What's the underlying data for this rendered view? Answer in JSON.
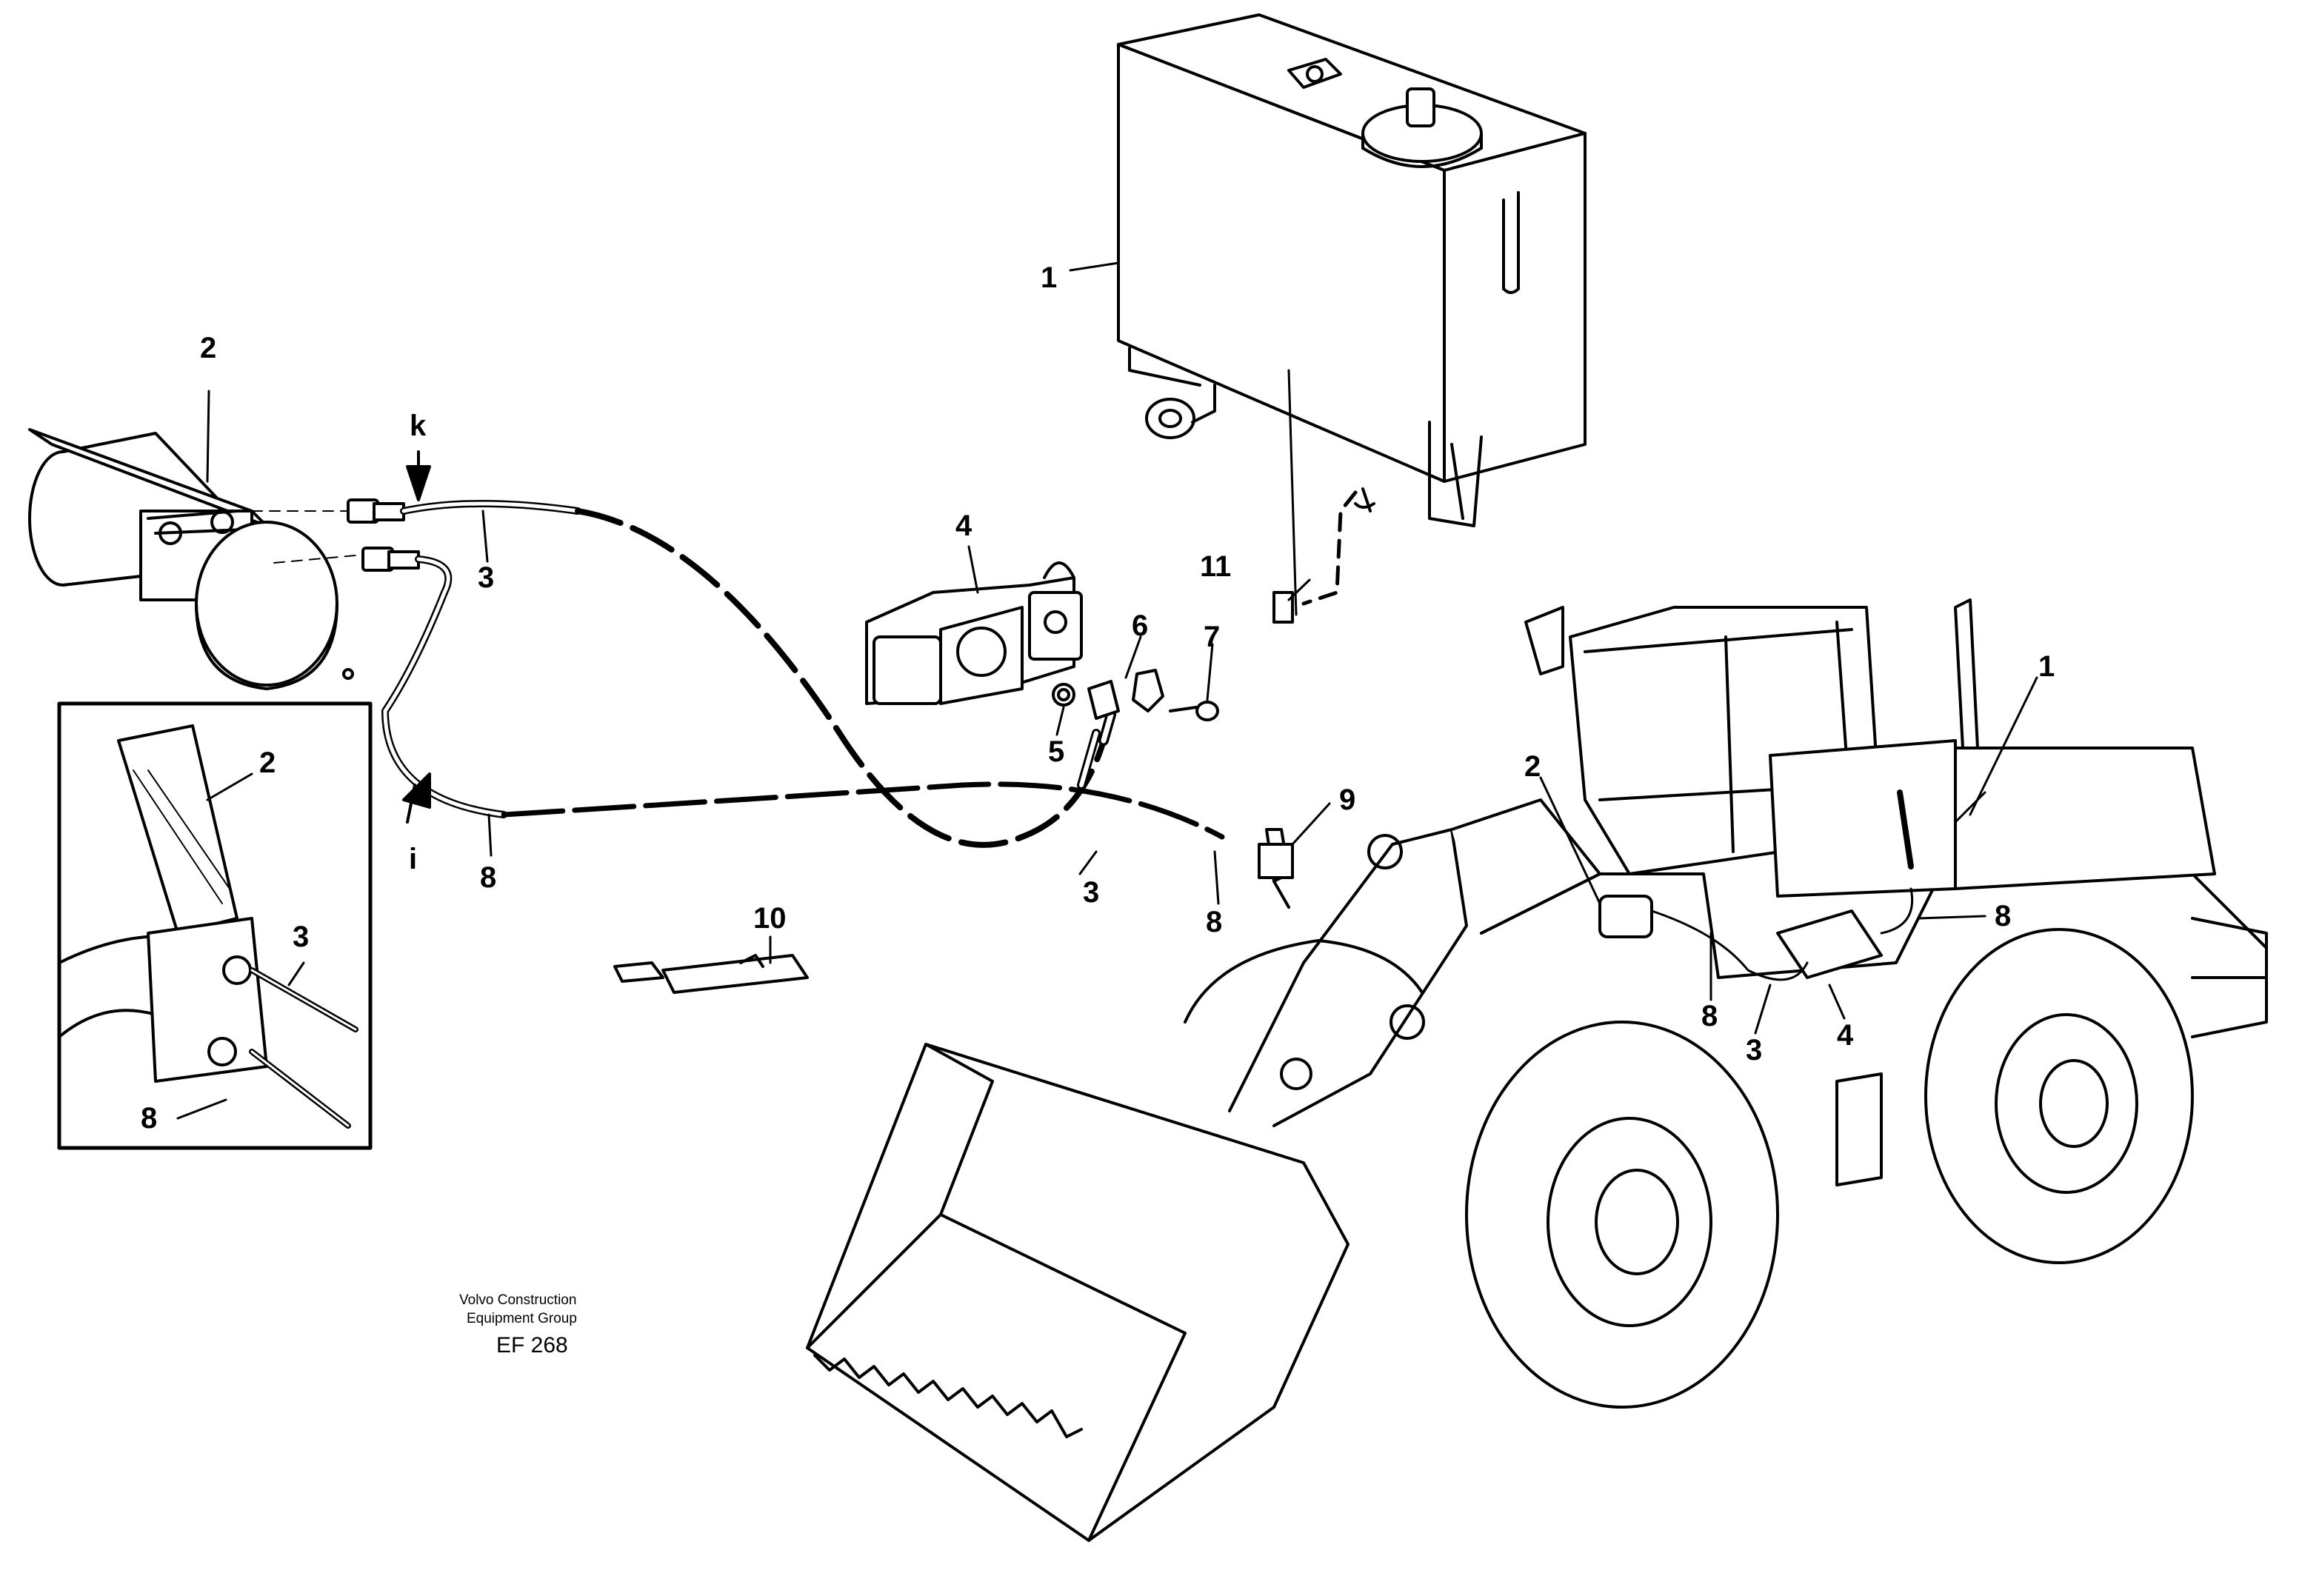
{
  "callouts": {
    "tank_main": "1",
    "tank_loader": "1",
    "pedal_main": "2",
    "pedal_inset": "2",
    "pedal_loader": "2",
    "hose3_left": "3",
    "hose3_inset": "3",
    "hose3_mid": "3",
    "hose3_loader": "3",
    "pump_main": "4",
    "pump_loader": "4",
    "washer": "5",
    "clamp": "6",
    "screw": "7",
    "hose8_left": "8",
    "hose8_inset": "8",
    "hose8_mid": "8",
    "hose8_loader_a": "8",
    "hose8_loader_b": "8",
    "fitting": "9",
    "decal": "10",
    "nipple": "11",
    "arrow_k": "k",
    "arrow_i": "i"
  },
  "footer": {
    "company_line1": "Volvo Construction",
    "company_line2": "Equipment Group",
    "figure_code": "EF 268"
  }
}
